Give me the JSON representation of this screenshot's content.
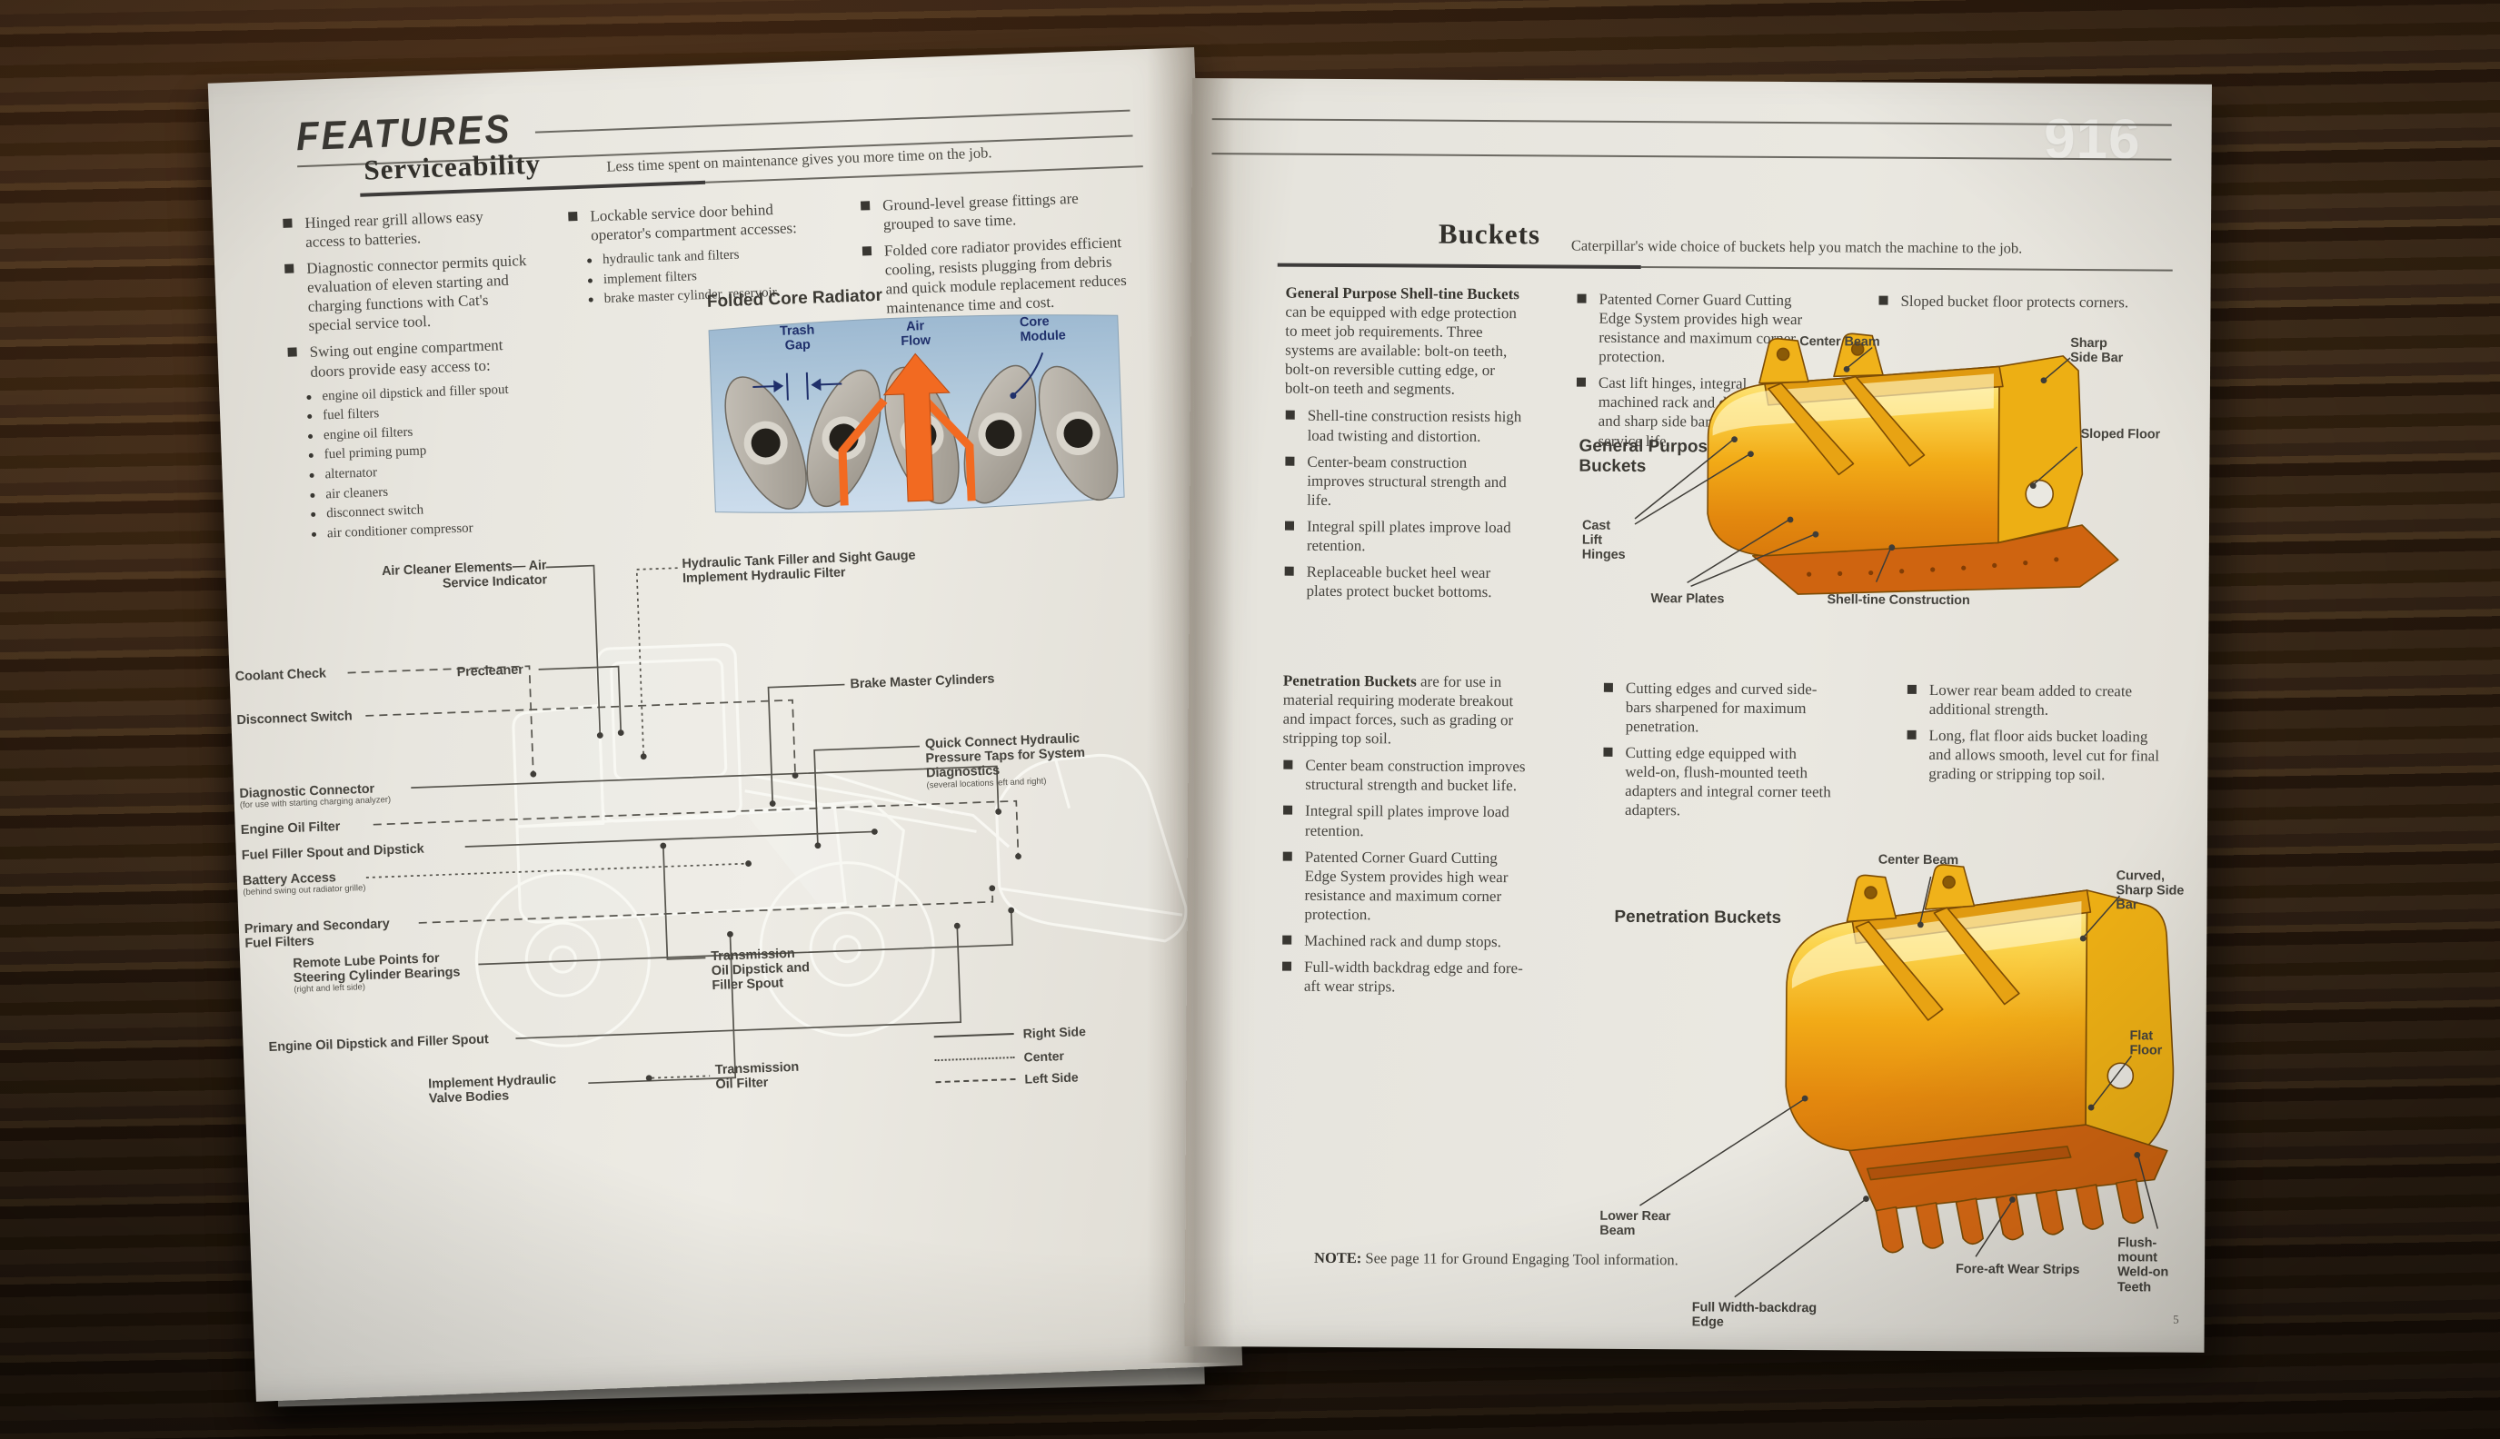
{
  "colors": {
    "wood": "#3a2a1a",
    "page": "#e9e7e0",
    "accent_orange": "#f26a21",
    "cat_yellow": "#f5b91a",
    "cat_orange": "#d9680f",
    "radiator_blue": "#aac6dc",
    "label_navy": "#20306b"
  },
  "left_page": {
    "title": "FEATURES",
    "serviceability": {
      "heading": "Serviceability",
      "tagline": "Less time spent on maintenance gives you more time on the job.",
      "col1": [
        {
          "b": "sq",
          "t": "Hinged rear grill allows easy access to batteries."
        },
        {
          "b": "sq",
          "t": "Diagnostic connector permits quick evaluation of eleven starting and charging functions with Cat's special service tool."
        },
        {
          "b": "sq",
          "t": "Swing out engine compartment doors provide easy access to:"
        },
        {
          "b": "dot",
          "t": "engine oil dipstick and filler spout"
        },
        {
          "b": "dot",
          "t": "fuel filters"
        },
        {
          "b": "dot",
          "t": "engine oil filters"
        },
        {
          "b": "dot",
          "t": "fuel priming pump"
        },
        {
          "b": "dot",
          "t": "alternator"
        },
        {
          "b": "dot",
          "t": "air cleaners"
        },
        {
          "b": "dot",
          "t": "disconnect switch"
        },
        {
          "b": "dot",
          "t": "air conditioner compressor"
        }
      ],
      "col2": [
        {
          "b": "sq",
          "t": "Lockable service door behind operator's compartment accesses:"
        },
        {
          "b": "dot",
          "t": "hydraulic tank and filters"
        },
        {
          "b": "dot",
          "t": "implement filters"
        },
        {
          "b": "dot",
          "t": "brake master cylinder, reservoir"
        }
      ],
      "col3": [
        {
          "b": "sq",
          "t": "Ground-level grease fittings are grouped to save time."
        },
        {
          "b": "sq",
          "t": "Folded core radiator provides efficient cooling, resists plugging from debris and quick module replacement reduces maintenance time and cost."
        }
      ]
    },
    "radiator": {
      "title": "Folded Core Radiator",
      "labels": {
        "trash_gap": "Trash Gap",
        "air_flow": "Air Flow",
        "core_module": "Core Module"
      }
    },
    "loader": {
      "labels": {
        "air_cleaner": "Air Cleaner Elements— Air Service Indicator",
        "hydraulic_tank": "Hydraulic Tank Filler and Sight Gauge Implement Hydraulic Filter",
        "precleaner": "Precleaner",
        "coolant": "Coolant Check",
        "brake_master": "Brake Master Cylinders",
        "quick_connect": {
          "text": "Quick Connect Hydraulic Pressure Taps for System Diagnostics",
          "note": "(several locations left and right)"
        },
        "disconnect": "Disconnect Switch",
        "diagnostic": {
          "text": "Diagnostic Connector",
          "note": "(for use with starting charging analyzer)"
        },
        "engine_oil_filter": "Engine Oil Filter",
        "fuel_filler": "Fuel Filler Spout and Dipstick",
        "battery": {
          "text": "Battery Access",
          "note": "(behind swing out radiator grille)"
        },
        "primary": "Primary and Secondary Fuel Filters",
        "remote": {
          "text": "Remote Lube Points for Steering Cylinder Bearings",
          "note": "(right and left side)"
        },
        "engine_oil_dipstick": "Engine Oil Dipstick and Filler Spout",
        "implement_valve": "Implement Hydraulic Valve Bodies",
        "trans_dipstick": "Transmission Oil Dipstick and Filler Spout",
        "trans_filter": "Transmission Oil Filter"
      },
      "legend": {
        "right": "Right Side",
        "center": "Center",
        "left": "Left Side"
      }
    }
  },
  "right_page": {
    "model": "916",
    "heading": "Buckets",
    "tagline": "Caterpillar's wide choice of buckets help you match the machine to the job.",
    "gp": {
      "intro_bold": "General Purpose Shell-tine Buckets",
      "intro_rest": " can be equipped with edge protection to meet job requirements. Three systems are available: bolt-on teeth, bolt-on reversible cutting edge, or bolt-on teeth and segments.",
      "col1": [
        {
          "b": "sq",
          "t": "Shell-tine construction resists high load twisting and distortion."
        },
        {
          "b": "sq",
          "t": "Center-beam construction improves structural strength and life."
        },
        {
          "b": "sq",
          "t": "Integral spill plates improve load retention."
        },
        {
          "b": "sq",
          "t": "Replaceable bucket heel wear plates protect bucket bottoms."
        }
      ],
      "col2": [
        {
          "b": "sq",
          "t": "Patented Corner Guard Cutting Edge System provides high wear resistance and maximum corner protection."
        },
        {
          "b": "sq",
          "t": "Cast lift hinges, integral machined rack and dump stops, and sharp side bar deliver long service life."
        }
      ],
      "col3": [
        {
          "b": "sq",
          "t": "Sloped bucket floor protects corners."
        }
      ],
      "figure_label": "General Purpose Buckets",
      "callouts": {
        "center_beam": "Center Beam",
        "sharp_side_bar": "Sharp Side Bar",
        "sloped_floor": "Sloped Floor",
        "cast_lift_hinges": "Cast Lift Hinges",
        "wear_plates": "Wear Plates",
        "shell_tine": "Shell-tine Construction"
      }
    },
    "pen": {
      "intro_bold": "Penetration Buckets",
      "intro_rest": " are for use in material requiring moderate breakout and impact forces, such as grading or stripping top soil.",
      "col1": [
        {
          "b": "sq",
          "t": "Center beam construction improves structural strength and bucket life."
        },
        {
          "b": "sq",
          "t": "Integral spill plates improve load retention."
        },
        {
          "b": "sq",
          "t": "Patented Corner Guard Cutting Edge System provides high wear resistance and maximum corner protection."
        },
        {
          "b": "sq",
          "t": "Machined rack and dump stops."
        },
        {
          "b": "sq",
          "t": "Full-width backdrag edge and fore-aft wear strips."
        }
      ],
      "col2": [
        {
          "b": "sq",
          "t": "Cutting edges and curved side-bars sharpened for maximum penetration."
        },
        {
          "b": "sq",
          "t": "Cutting edge equipped with weld-on, flush-mounted teeth adapters and integral corner teeth adapters."
        }
      ],
      "col3": [
        {
          "b": "sq",
          "t": "Lower rear beam added to create additional strength."
        },
        {
          "b": "sq",
          "t": "Long, flat floor aids bucket loading and allows smooth, level cut for final grading or stripping top soil."
        }
      ],
      "figure_label": "Penetration Buckets",
      "callouts": {
        "center_beam": "Center Beam",
        "curved_side_bar": "Curved, Sharp Side Bar",
        "flat_floor": "Flat Floor",
        "lower_rear_beam": "Lower Rear Beam",
        "backdrag_edge": "Full Width-backdrag Edge",
        "wear_strips": "Fore-aft Wear Strips",
        "weld_teeth": "Flush-mount Weld-on Teeth"
      }
    },
    "note_bold": "NOTE:",
    "note_rest": " See page 11 for Ground Engaging Tool information.",
    "page_number": "5"
  }
}
